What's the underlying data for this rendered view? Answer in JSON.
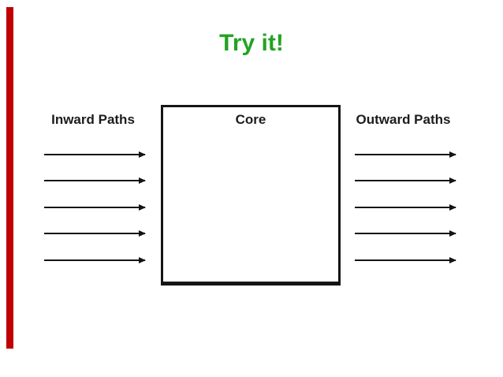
{
  "slide": {
    "title": "Try it!",
    "title_color": "#22A322",
    "accent_bar_color": "#C00000",
    "background_color": "#FFFFFF",
    "diagram": {
      "inward_label": "Inward Paths",
      "core_label": "Core",
      "outward_label": "Outward Paths",
      "inward_arrow_count": 5,
      "outward_arrow_count": 5,
      "arrow_color": "#141414",
      "box_border_color": "#151515",
      "label_color": "#1C1C1C"
    }
  }
}
